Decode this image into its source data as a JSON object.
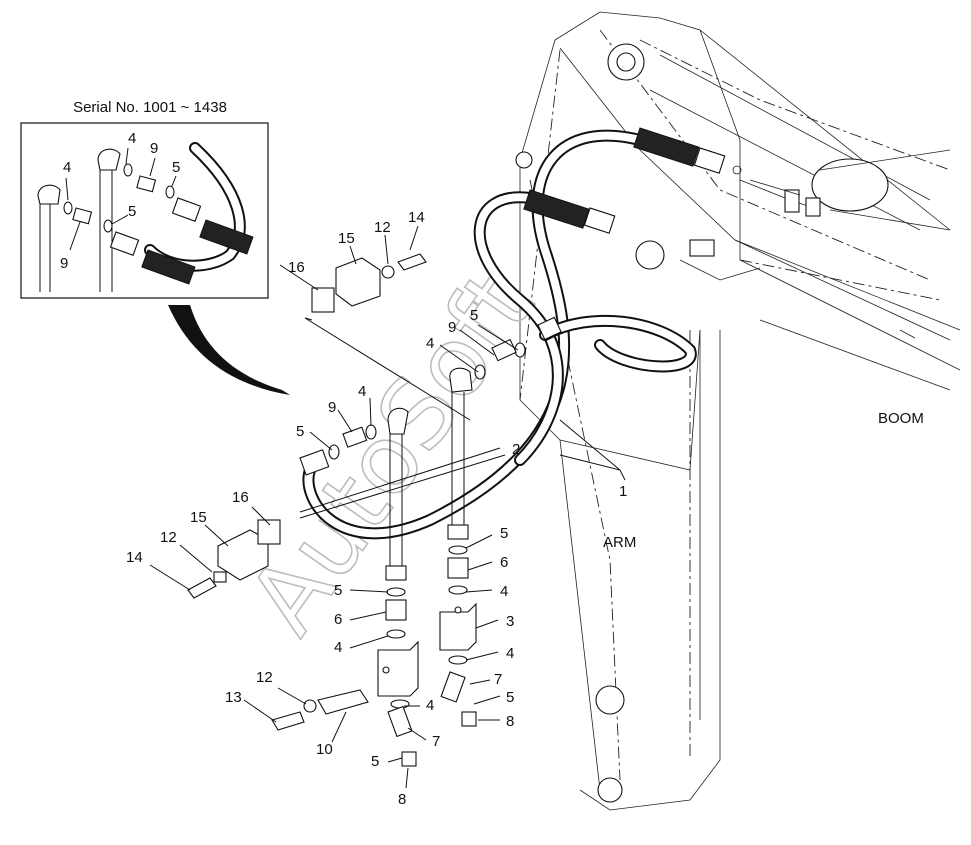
{
  "inset": {
    "title": "Serial No. 1001 ~ 1438"
  },
  "regions": {
    "boom": "BOOM",
    "arm": "ARM"
  },
  "watermark": "AutoSoft",
  "callouts": [
    {
      "id": "inset-4a",
      "text": "4"
    },
    {
      "id": "inset-4b",
      "text": "4"
    },
    {
      "id": "inset-9a",
      "text": "9"
    },
    {
      "id": "inset-9b",
      "text": "9"
    },
    {
      "id": "inset-5a",
      "text": "5"
    },
    {
      "id": "inset-5b",
      "text": "5"
    },
    {
      "id": "c16a",
      "text": "16"
    },
    {
      "id": "c15a",
      "text": "15"
    },
    {
      "id": "c12a",
      "text": "12"
    },
    {
      "id": "c14a",
      "text": "14"
    },
    {
      "id": "c9a",
      "text": "9"
    },
    {
      "id": "c5a",
      "text": "5"
    },
    {
      "id": "c4a",
      "text": "4"
    },
    {
      "id": "c4b",
      "text": "4"
    },
    {
      "id": "c9b",
      "text": "9"
    },
    {
      "id": "c5b",
      "text": "5"
    },
    {
      "id": "c2",
      "text": "2"
    },
    {
      "id": "c1",
      "text": "1"
    },
    {
      "id": "c16b",
      "text": "16"
    },
    {
      "id": "c15b",
      "text": "15"
    },
    {
      "id": "c12b",
      "text": "12"
    },
    {
      "id": "c14b",
      "text": "14"
    },
    {
      "id": "c5c",
      "text": "5"
    },
    {
      "id": "c6a",
      "text": "6"
    },
    {
      "id": "c4c",
      "text": "4"
    },
    {
      "id": "c5d",
      "text": "5"
    },
    {
      "id": "c6b",
      "text": "6"
    },
    {
      "id": "c4d",
      "text": "4"
    },
    {
      "id": "c3",
      "text": "3"
    },
    {
      "id": "c4e",
      "text": "4"
    },
    {
      "id": "c7a",
      "text": "7"
    },
    {
      "id": "c5e",
      "text": "5"
    },
    {
      "id": "c8a",
      "text": "8"
    },
    {
      "id": "c12c",
      "text": "12"
    },
    {
      "id": "c13",
      "text": "13"
    },
    {
      "id": "c10",
      "text": "10"
    },
    {
      "id": "c4f",
      "text": "4"
    },
    {
      "id": "c7b",
      "text": "7"
    },
    {
      "id": "c5f",
      "text": "5"
    },
    {
      "id": "c8b",
      "text": "8"
    }
  ]
}
